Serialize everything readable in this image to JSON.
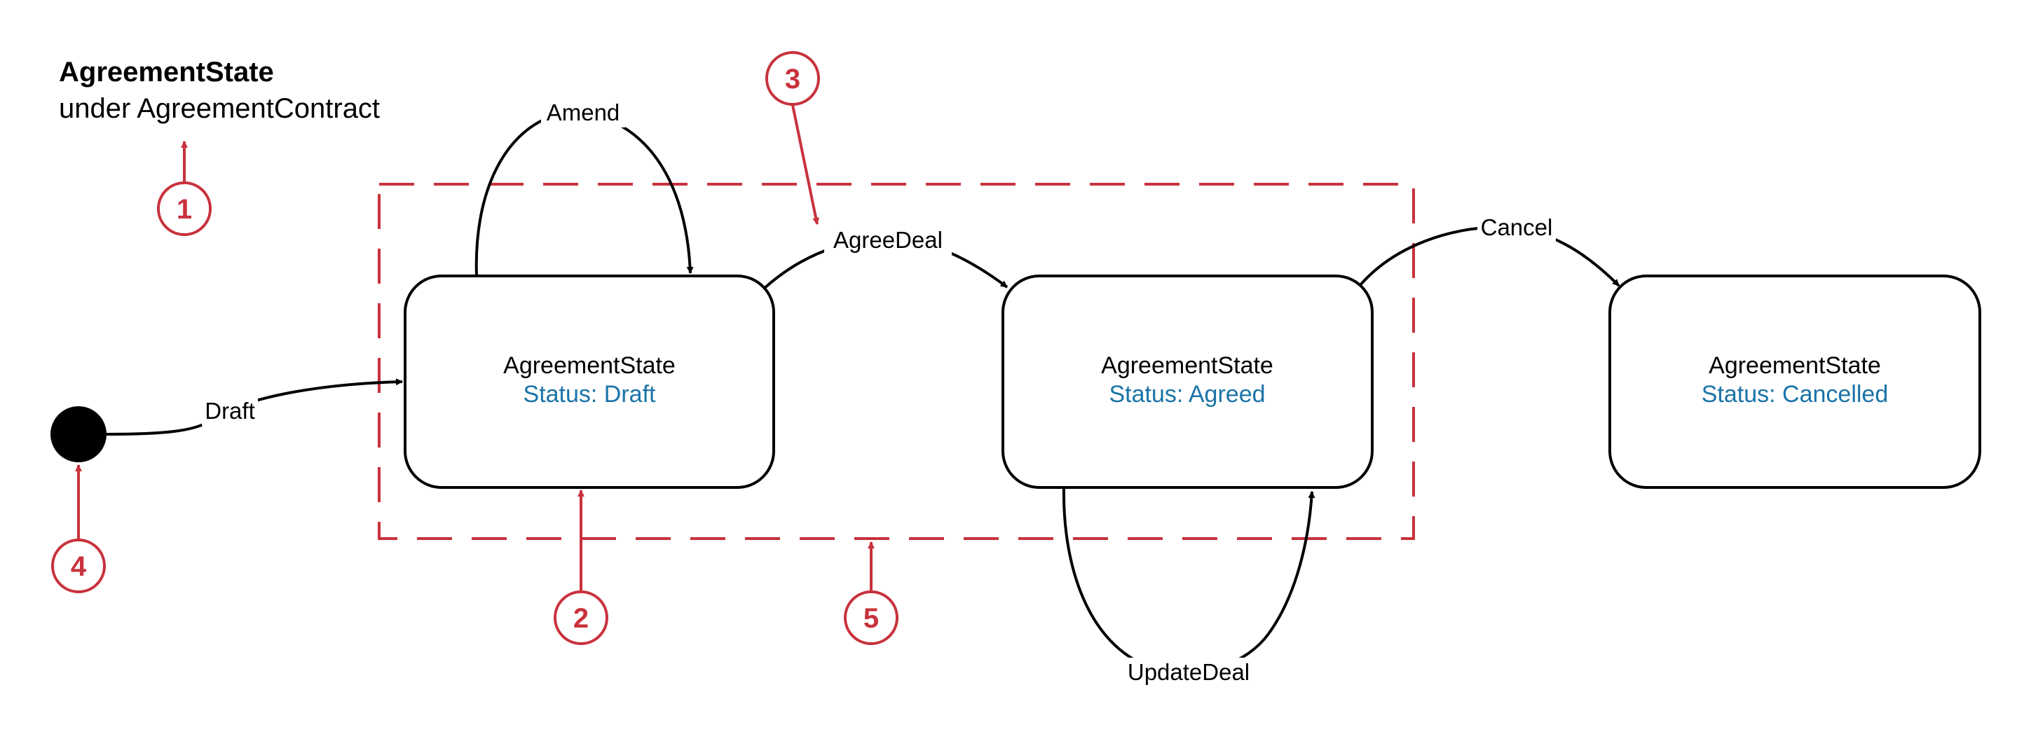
{
  "title": {
    "name": "AgreementState",
    "context": "under AgreementContract"
  },
  "states": {
    "draft": {
      "name": "AgreementState",
      "status": "Status: Draft"
    },
    "agreed": {
      "name": "AgreementState",
      "status": "Status: Agreed"
    },
    "cancelled": {
      "name": "AgreementState",
      "status": "Status: Cancelled"
    }
  },
  "transitions": {
    "initial": "Draft",
    "amend": "Amend",
    "agree_deal": "AgreeDeal",
    "cancel": "Cancel",
    "update_deal": "UpdateDeal"
  },
  "callouts": [
    "1",
    "2",
    "3",
    "4",
    "5"
  ],
  "colors": {
    "callout": "#c8323c",
    "status_text": "#1a73a8",
    "line": "#000000"
  }
}
